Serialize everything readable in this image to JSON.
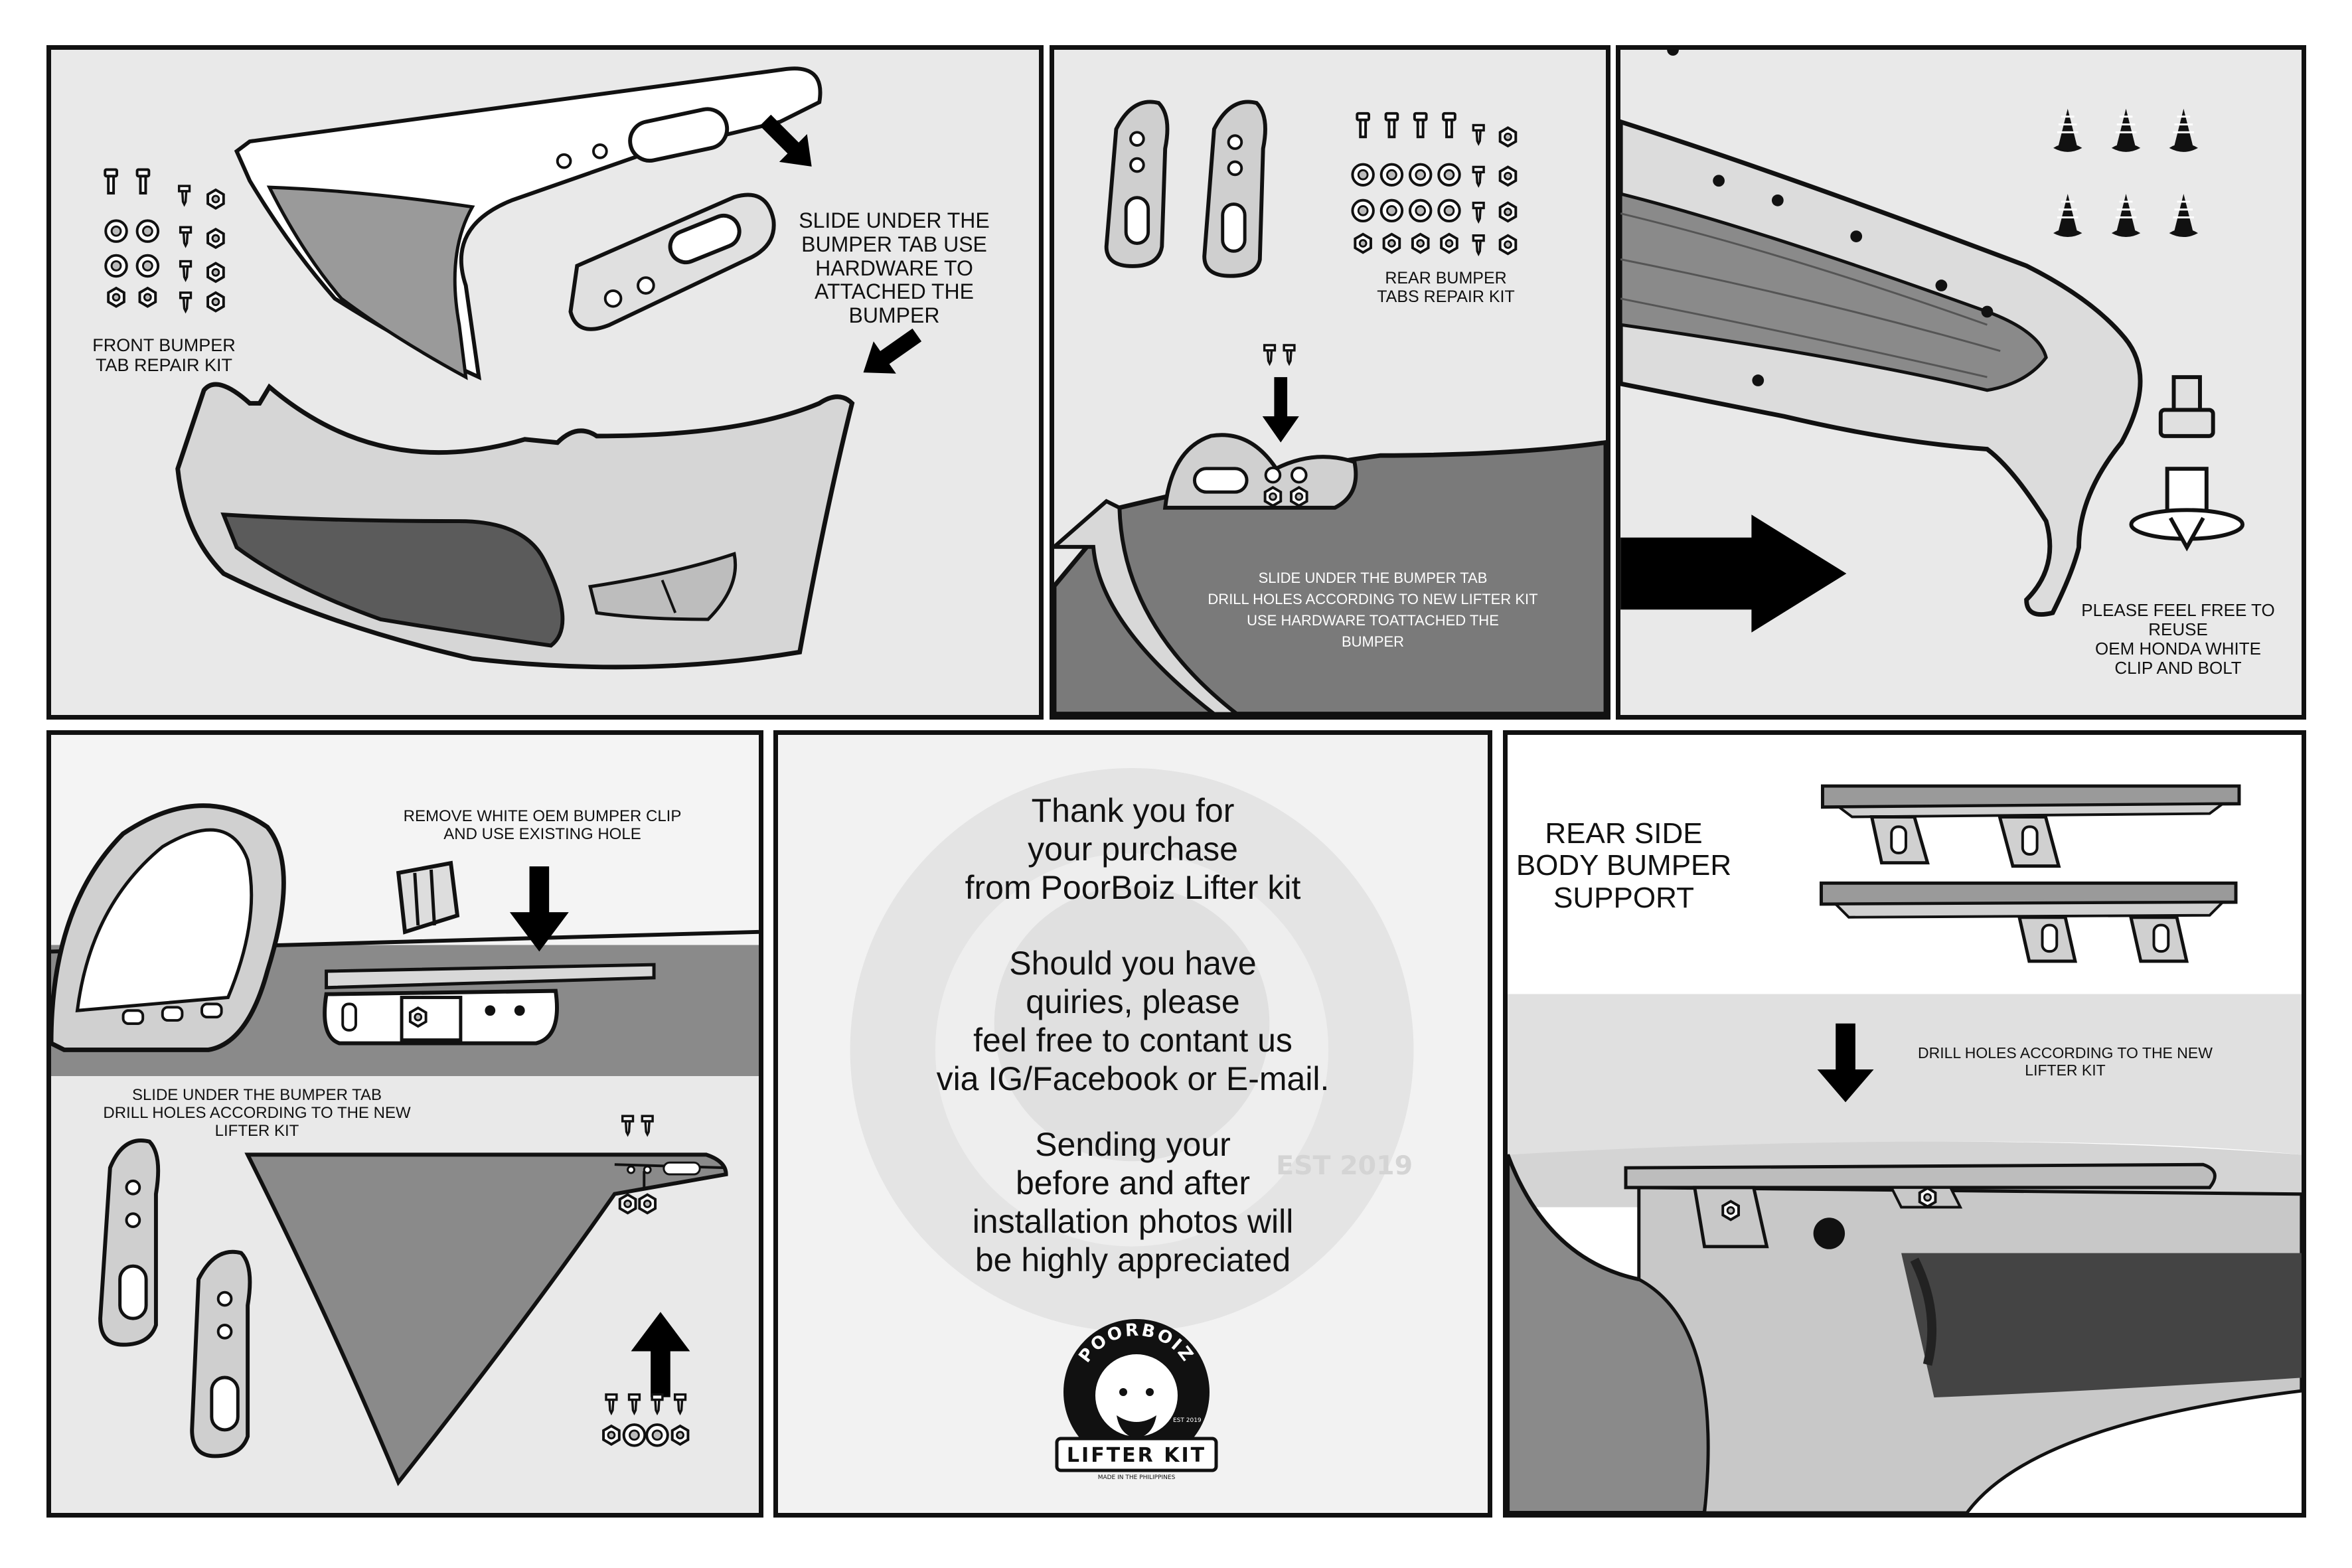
{
  "panels": {
    "front_kit": {
      "kit_label": "FRONT  BUMPER\nTAB REPAIR KIT",
      "instruction": "SLIDE UNDER THE\nBUMPER TAB USE\nHARDWARE TO\nATTACHED THE\nBUMPER"
    },
    "rear_tabs": {
      "kit_label": "REAR BUMPER\nTABS REPAIR KIT",
      "instruction": "SLIDE UNDER THE BUMPER TAB\nDRILL HOLES ACCORDING TO NEW LIFTER KIT\nUSE HARDWARE TOATTACHED THE\nBUMPER"
    },
    "rear_bumper": {
      "note": "PLEASE FEEL FREE TO\nREUSE\nOEM HONDA WHITE\nCLIP AND BOLT"
    },
    "side_clip": {
      "clip_note": "REMOVE WHITE OEM BUMPER CLIP\nAND USE EXISTING HOLE",
      "instruction": "SLIDE UNDER THE BUMPER TAB\nDRILL HOLES ACCORDING TO THE NEW\nLIFTER KIT"
    },
    "thank_you": {
      "para1": "Thank you for\nyour purchase\nfrom PoorBoiz Lifter kit",
      "para2": "Should you have\nquiries, please\nfeel free to contant us\nvia IG/Facebook or E-mail.",
      "para3": "Sending your\nbefore and after\ninstallation photos will\nbe highly appreciated",
      "watermark_est": "EST 2019"
    },
    "rear_side": {
      "title": "REAR SIDE\nBODY BUMPER\nSUPPORT",
      "drill_note": "DRILL HOLES ACCORDING TO THE NEW\nLIFTER KIT"
    }
  },
  "logo": {
    "brand_top": "POORBOIZ",
    "est": "EST 2019",
    "banner": "LIFTER KIT",
    "subline": "MADE IN THE PHILIPPINES"
  },
  "colors": {
    "panel_bg": "#e9e9e9",
    "outline": "#111111",
    "dark_fill": "#7a7a7a",
    "arrow": "#000000"
  }
}
